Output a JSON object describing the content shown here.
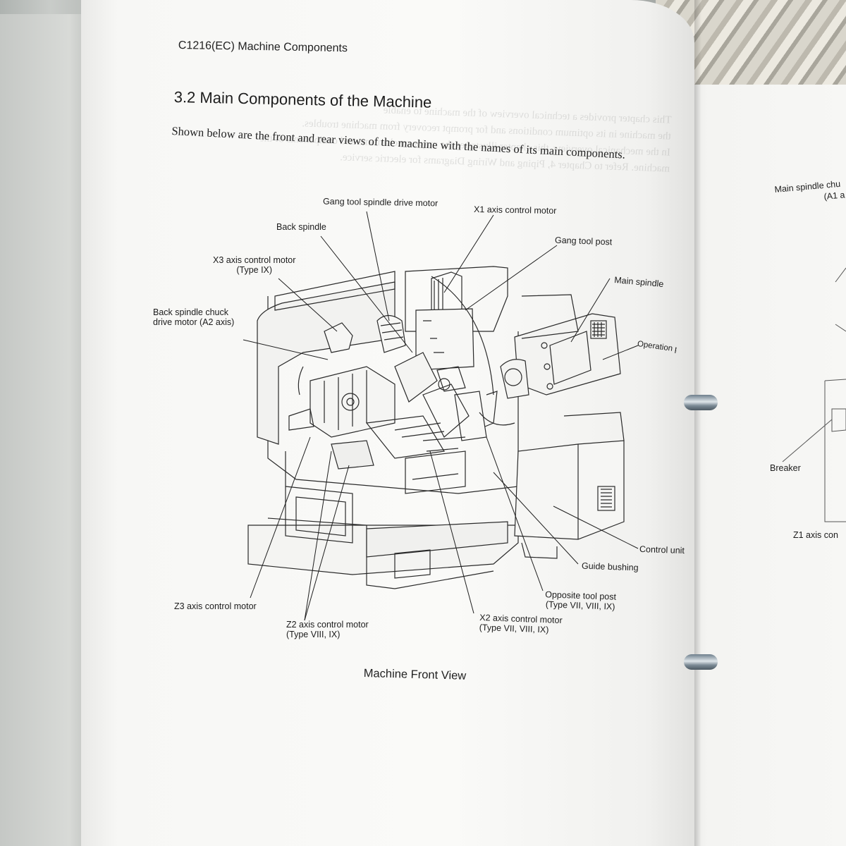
{
  "document": {
    "header": "C1216(EC) Machine Components",
    "section_title": "3.2 Main Components of the Machine",
    "intro": "Shown below are the front and rear views of the machine with the names of its main components.",
    "caption": "Machine Front View"
  },
  "callouts": [
    {
      "id": "gang-drive",
      "lines": [
        "Gang tool spindle drive motor"
      ]
    },
    {
      "id": "x1",
      "lines": [
        "X1 axis control motor"
      ]
    },
    {
      "id": "back-spindle",
      "lines": [
        "Back spindle"
      ]
    },
    {
      "id": "gang-post",
      "lines": [
        "Gang tool post"
      ]
    },
    {
      "id": "x3",
      "lines": [
        "X3 axis control motor",
        "(Type IX)"
      ]
    },
    {
      "id": "main-spindle",
      "lines": [
        "Main spindle"
      ]
    },
    {
      "id": "back-chuck",
      "lines": [
        "Back spindle chuck",
        "drive motor (A2 axis)"
      ]
    },
    {
      "id": "op-panel",
      "lines": [
        "Operation panel"
      ]
    },
    {
      "id": "control-unit",
      "lines": [
        "Control unit"
      ]
    },
    {
      "id": "guide-bushing",
      "lines": [
        "Guide bushing"
      ]
    },
    {
      "id": "opposite-post",
      "lines": [
        "Opposite tool post",
        "(Type VII, VIII, IX)"
      ]
    },
    {
      "id": "z3",
      "lines": [
        "Z3 axis control motor"
      ]
    },
    {
      "id": "x2",
      "lines": [
        "X2 axis control motor",
        "(Type VII, VIII, IX)"
      ]
    },
    {
      "id": "z2",
      "lines": [
        "Z2 axis control motor",
        "(Type VIII, IX)"
      ]
    }
  ],
  "adjacent_page": {
    "labels": [
      "Main spindle chu",
      "(A1 a",
      "Breaker",
      "Z1 axis con"
    ]
  }
}
